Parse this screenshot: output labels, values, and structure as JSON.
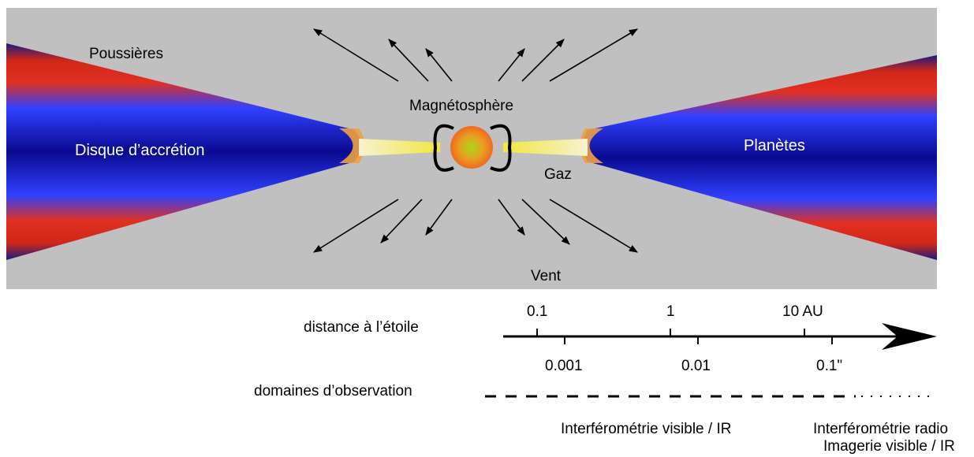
{
  "disk_labels": {
    "dust": "Poussières",
    "accretion_disk": "Disque d’accrétion",
    "magnetosphere": "Magnétosphère",
    "planets": "Planètes",
    "gas": "Gaz",
    "wind": "Vent"
  },
  "scale": {
    "distance_label": "distance à l’étoile",
    "top_ticks": [
      "0.1",
      "1",
      "10 AU"
    ],
    "bottom_ticks": [
      "0.001",
      "0.01",
      "0.1\""
    ],
    "observation_label": "domaines d’observation"
  },
  "domains": {
    "visible_ir_interferometry": "Interférométrie visible / IR",
    "radio_interferometry": "Interférométrie radio",
    "visible_ir_imaging": "Imagerie visible / IR"
  },
  "colors": {
    "background": "#c0c0c0",
    "disk_inner": "#1010a0",
    "disk_mid": "#2020ff",
    "disk_edge": "#e02010",
    "star": "#f07a20",
    "star_core": "#a0d020",
    "gas_flow": "#f5f0a0"
  }
}
